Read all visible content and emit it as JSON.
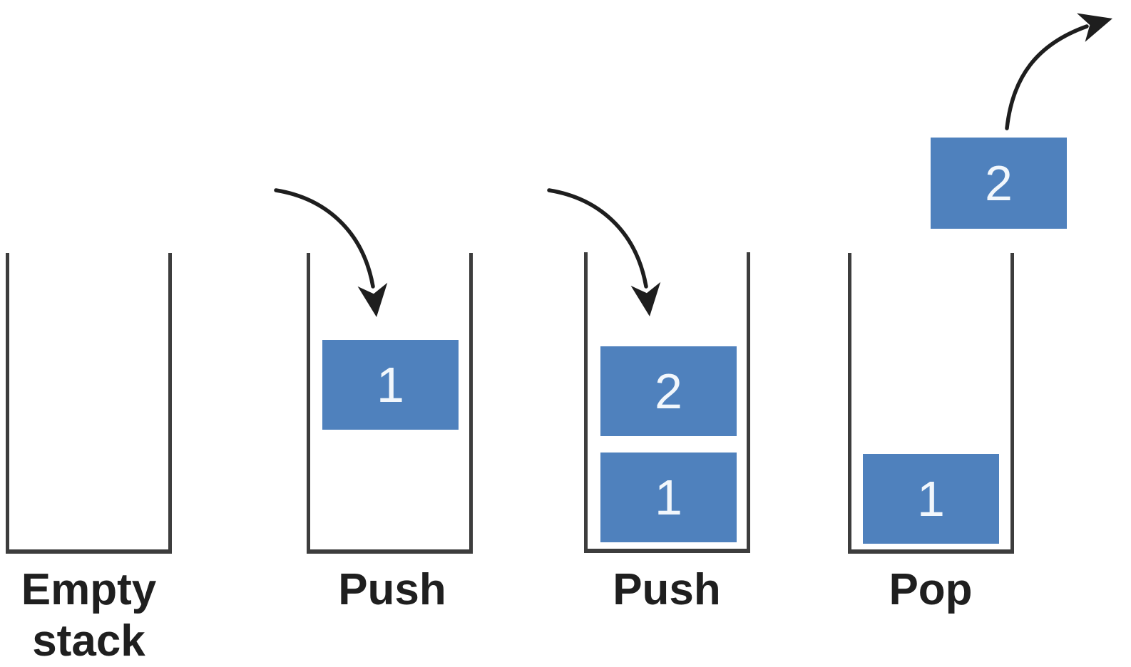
{
  "diagram": {
    "colors": {
      "box_fill": "#4f81bd",
      "box_text": "#f2f7fc",
      "wall": "#3d3d3d",
      "arrow": "#1e1e1e",
      "label": "#1f1f1f",
      "background": "#ffffff"
    },
    "stages": [
      {
        "label": "Empty stack",
        "items": []
      },
      {
        "label": "Push",
        "items": [
          "1"
        ]
      },
      {
        "label": "Push",
        "items": [
          "2",
          "1"
        ]
      },
      {
        "label": "Pop",
        "items": [
          "1"
        ],
        "popped_item": "2"
      }
    ]
  }
}
